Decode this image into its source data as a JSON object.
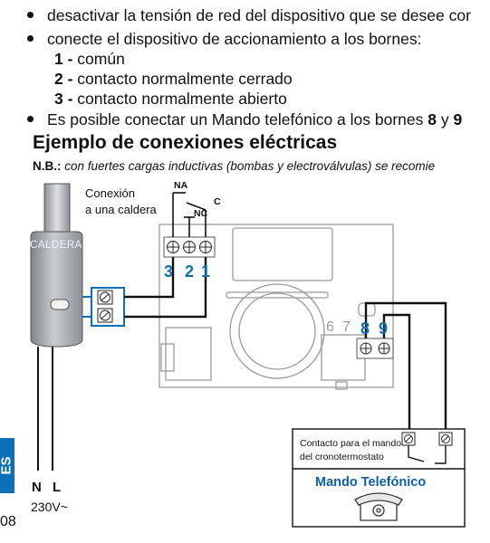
{
  "bullets": [
    {
      "text": "desactivar la tensión de red del dispositivo que se desee cor"
    },
    {
      "text": "conecte el dispositivo de accionamiento a los bornes:"
    },
    {
      "text": "Es posible conectar un Mando telefónico a los bornes",
      "b1": "8",
      "mid": " y ",
      "b2": "9"
    }
  ],
  "terminals": [
    {
      "num": "1 -",
      "desc": " común"
    },
    {
      "num": "2 -",
      "desc": " contacto normalmente cerrado"
    },
    {
      "num": "3 -",
      "desc": " contacto normalmente abierto"
    }
  ],
  "section_title": "Ejemplo de conexiones eléctricas",
  "note": {
    "label": "N.B.:",
    "text": " con fuertes cargas inductivas (bombas y electroválvulas) se recomie"
  },
  "diagram": {
    "conexion_line1": "Conexión",
    "conexion_line2": "a una caldera",
    "caldera": "CALDERA",
    "na": "NA",
    "nc": "NC",
    "c": "C",
    "t3": "3",
    "t2": "2",
    "t1": "1",
    "t6": "6",
    "t7": "7",
    "t8": "8",
    "t9": "9",
    "n": "N",
    "l": "L",
    "voltage": "230V~",
    "contact_line1": "Contacto para el mando",
    "contact_line2": "del cronotermostato",
    "mando": "Mando Telefónico",
    "phone_icon": "telephone-icon",
    "colors": {
      "accent_blue": "#0d6fb5",
      "caldera_grey": "#a9aeb3",
      "line_grey": "#9a9a9a"
    }
  },
  "sidebar_label": "ES",
  "page_number": "08"
}
